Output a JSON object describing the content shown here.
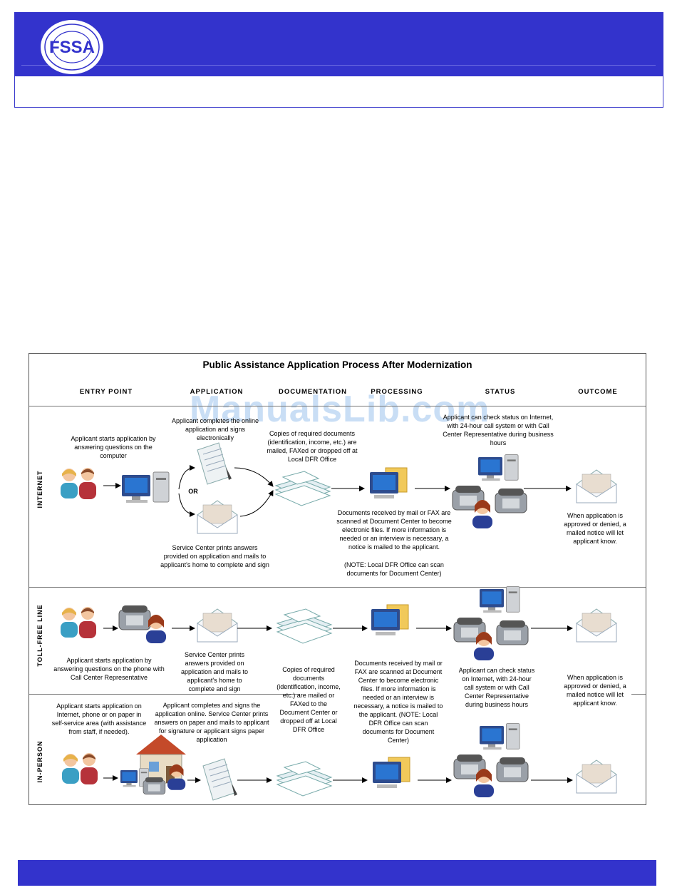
{
  "diagram": {
    "title": "Public Assistance Application Process After Modernization",
    "columns": [
      "ENTRY POINT",
      "APPLICATION",
      "DOCUMENTATION",
      "PROCESSING",
      "STATUS",
      "OUTCOME"
    ],
    "rows": {
      "internet": {
        "label": "INTERNET",
        "entry": "Applicant starts application by answering questions on the computer",
        "application_top": "Applicant completes the online application and signs electronically",
        "or": "OR",
        "application_bottom": "Service Center prints answers provided on application and mails to applicant's home to complete and sign",
        "documentation": "Copies of required documents (identification, income, etc.) are mailed, FAXed or dropped off at Local DFR Office",
        "processing": "Documents received by mail or FAX are scanned at Document Center to become electronic files. If more information is needed or an interview is necessary, a notice is mailed to the applicant.",
        "processing_note": "(NOTE: Local DFR Office can scan documents for Document Center)",
        "status": "Applicant can check status on Internet, with 24-hour call system or with Call Center Representative during business hours",
        "outcome": "When application is approved or denied, a mailed notice will let applicant know."
      },
      "tollfree": {
        "label": "TOLL-FREE LINE",
        "entry": "Applicant starts application by answering questions on the phone with Call Center Representative",
        "application": "Service Center prints answers provided on application and mails to applicant's home to complete and sign"
      },
      "inperson": {
        "label": "IN-PERSON",
        "entry": "Applicant starts application on Internet, phone or on paper in self-service area (with assistance from staff, if needed).",
        "application": "Applicant completes and signs the application online. Service Center prints answers on paper and mails to applicant for signature or applicant signs paper application"
      },
      "shared": {
        "documentation": "Copies of required documents (identification, income, etc.) are mailed or FAXed to the Document Center or dropped off at Local DFR Office",
        "processing": "Documents received by mail or FAX are scanned at Document Center to become electronic files. If more information is needed or an interview is necessary, a notice is mailed to the applicant. (NOTE: Local DFR Office can scan documents for Document Center)",
        "status": "Applicant can check status on Internet, with 24-hour call system or with Call Center Representative during business hours",
        "outcome": "When application is approved or denied, a mailed notice will let applicant know."
      }
    },
    "watermark": "ManualsLib.com"
  },
  "colors": {
    "brand_blue": "#3333cc",
    "arrow": "#000000"
  }
}
